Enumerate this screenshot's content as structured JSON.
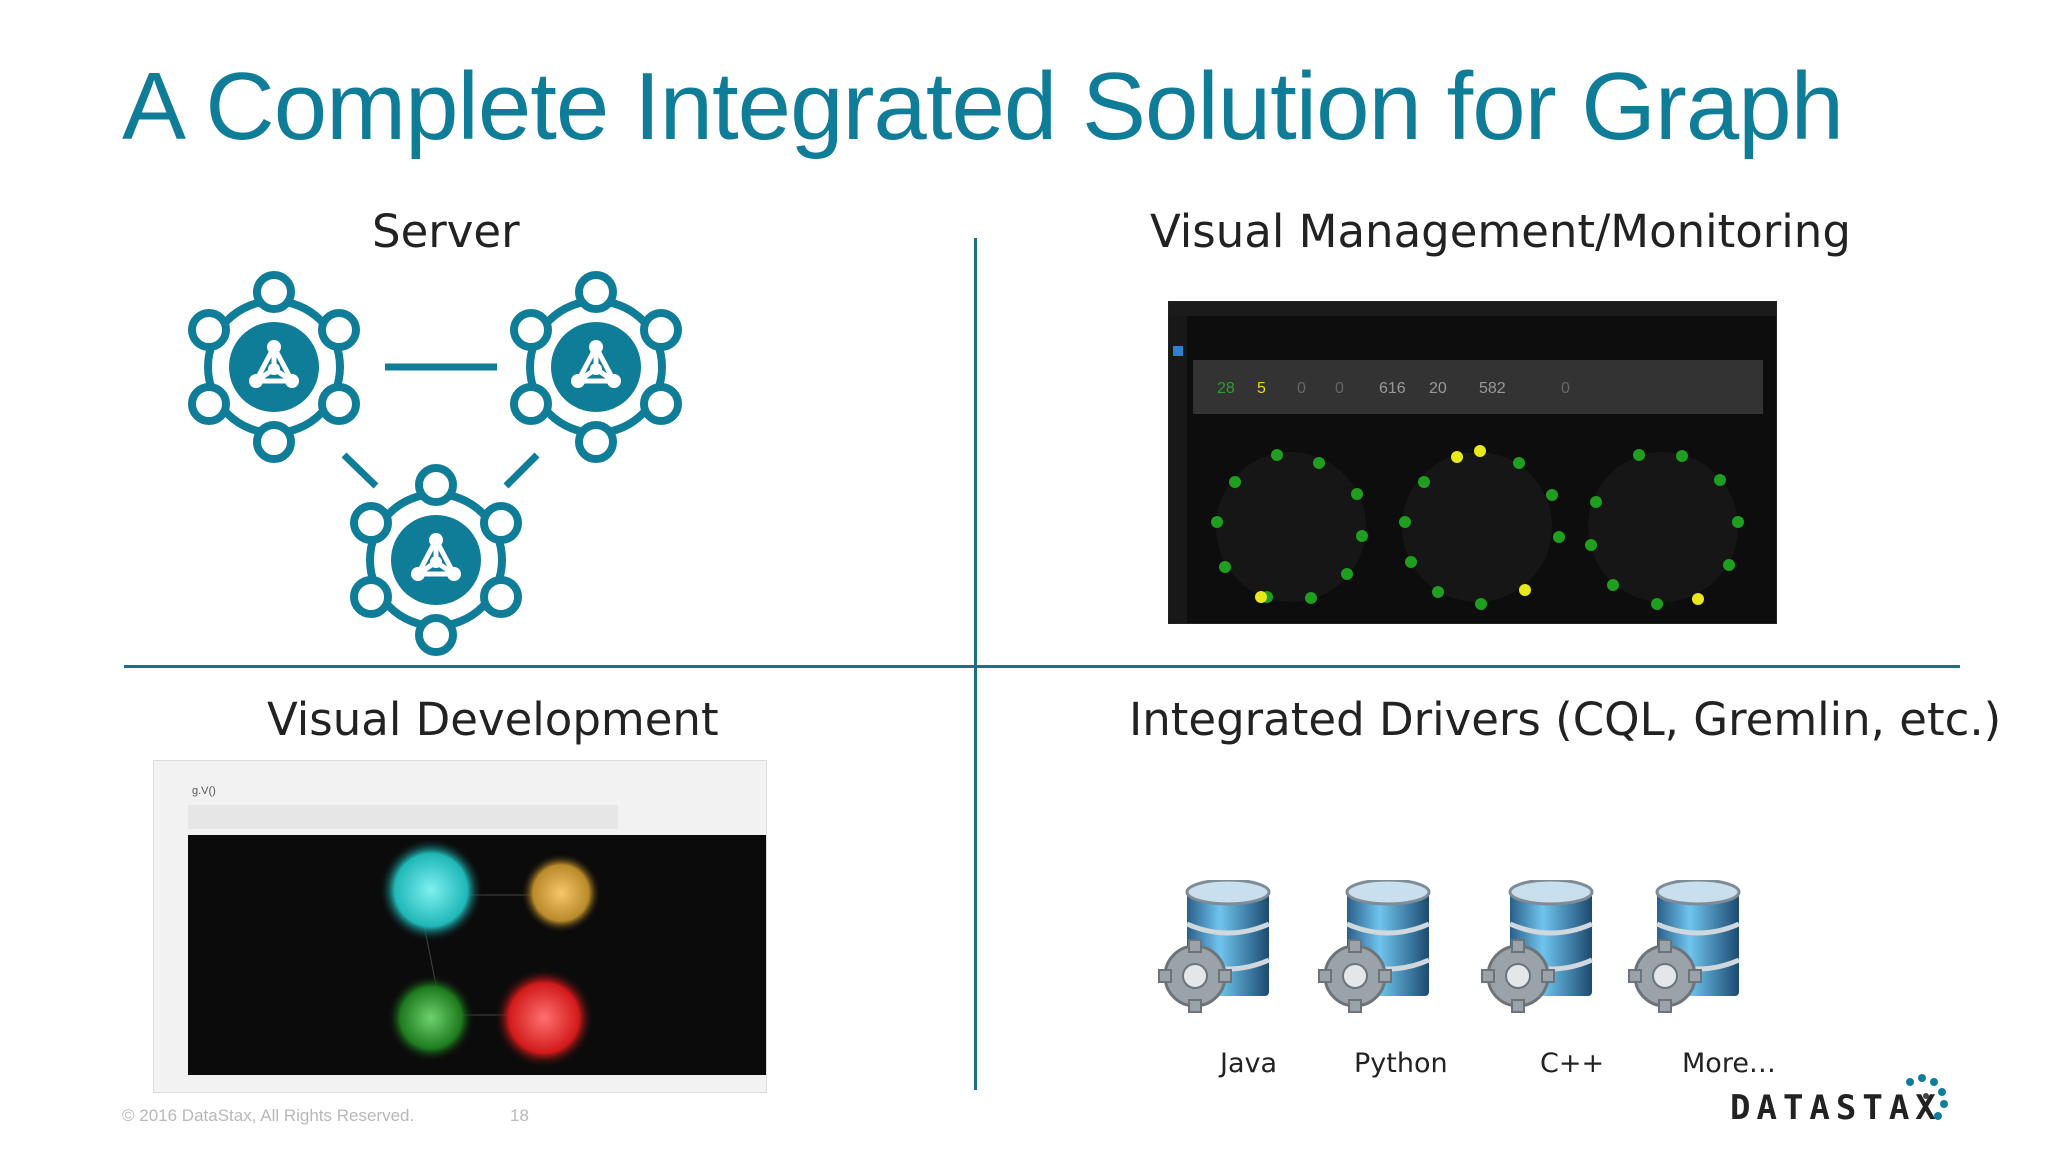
{
  "slide": {
    "title": "A Complete Integrated Solution for Graph",
    "quadrants": {
      "server": "Server",
      "monitoring": "Visual Management/Monitoring",
      "development": "Visual Development",
      "drivers": "Integrated Drivers (CQL, Gremlin, etc.)"
    },
    "drivers": [
      {
        "label": "Java"
      },
      {
        "label": "Python"
      },
      {
        "label": "C++"
      },
      {
        "label": "More…"
      }
    ],
    "monitor_stats": [
      "28",
      "5",
      "0",
      "0",
      "616",
      "20",
      "582",
      "0"
    ],
    "dev_toolbar_text": "g.V()",
    "footer": {
      "copyright": "© 2016 DataStax, All Rights Reserved.",
      "page_number": "18"
    },
    "logo": "DATASTAX"
  },
  "colors": {
    "accent": "#107d98",
    "divider": "#1c6f85",
    "node_green": "#1f9e1f",
    "node_yellow": "#e8e81a"
  }
}
